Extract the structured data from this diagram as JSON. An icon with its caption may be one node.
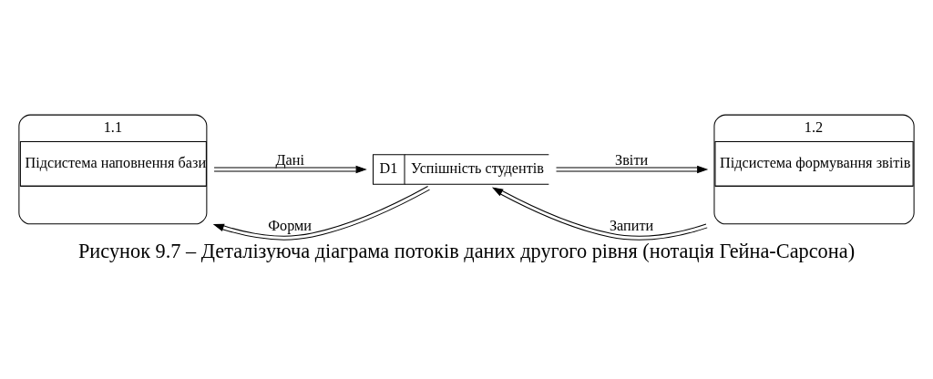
{
  "diagram": {
    "caption": "Рисунок 9.7 – Деталізуюча діаграма потоків даних другого рівня (нотація Гейна-Сарсона)",
    "nodes": [
      {
        "text": [
          "1.1",
          "Підсистема наповнення бази"
        ]
      },
      {
        "text": [
          "D1",
          "Успішність студентів"
        ]
      },
      {
        "text": [
          "1.2",
          "Підсистема формування звітів"
        ]
      }
    ],
    "edges": [
      {
        "from": 1,
        "to": 0,
        "arrow": "to",
        "label": "Форми"
      },
      {
        "from": 0,
        "to": 1,
        "arrow": "to",
        "label": "Дані"
      },
      {
        "from": 2,
        "to": 1,
        "arrow": "to",
        "label": "Запити"
      },
      {
        "from": 1,
        "to": 2,
        "arrow": "to",
        "label": "Звіти"
      }
    ]
  }
}
